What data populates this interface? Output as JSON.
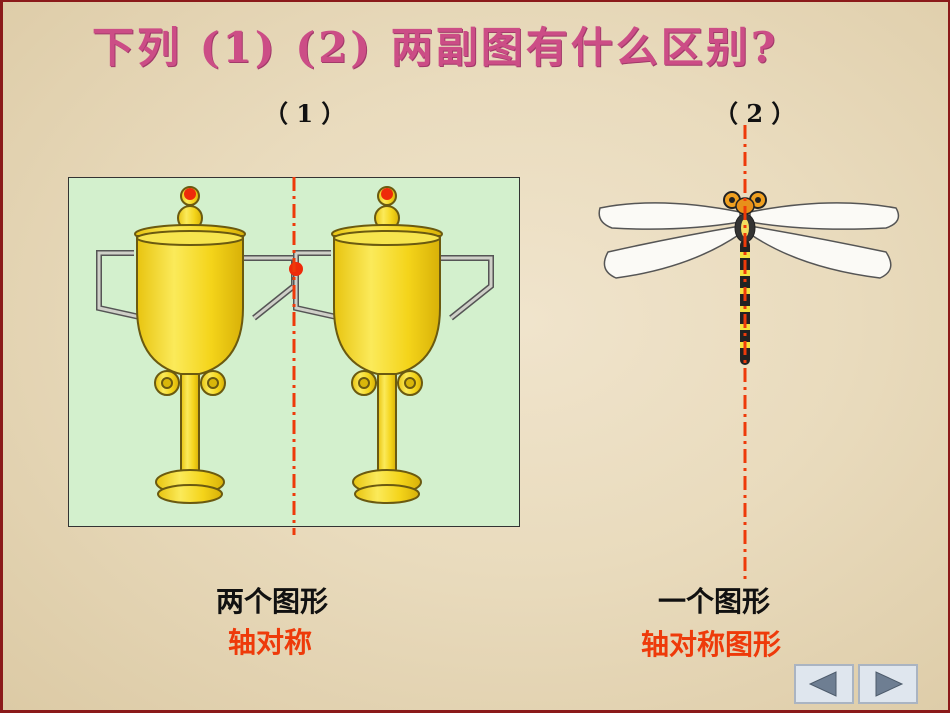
{
  "slide": {
    "title": "下列 (1) (2) 两副图有什么区别?",
    "left": {
      "label": "（ 1 ）",
      "caption_line1": "两个图形",
      "caption_line2": "轴对称"
    },
    "right": {
      "label": "（ 2 ）",
      "caption_line1": "一个图形",
      "caption_line2": "轴对称图形"
    }
  },
  "colors": {
    "title": "#cc4d86",
    "axis_line": "#ee3a0a",
    "caption_red": "#ee3a0a",
    "trophy_gold": "#f2d21c",
    "panel_bg": "#d3f0cd"
  },
  "icons": {
    "trophy": "trophy-cup",
    "dragonfly": "dragonfly",
    "prev": "triangle-left",
    "next": "triangle-right"
  }
}
